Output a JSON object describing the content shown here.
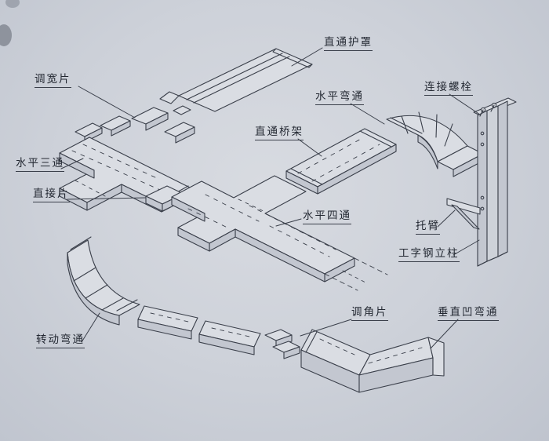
{
  "page": {
    "background": "#cdd1d9",
    "ink": "#3a3f4a",
    "paper": "#dadde3"
  },
  "diagram": {
    "labels": [
      {
        "id": "straight-cover",
        "text": "直通护罩"
      },
      {
        "id": "width-adjust-piece",
        "text": "调宽片"
      },
      {
        "id": "horizontal-elbow",
        "text": "水平弯通"
      },
      {
        "id": "connecting-bolt",
        "text": "连接螺栓"
      },
      {
        "id": "straight-tray",
        "text": "直通桥架"
      },
      {
        "id": "horizontal-tee",
        "text": "水平三通"
      },
      {
        "id": "direct-piece",
        "text": "直接片"
      },
      {
        "id": "horizontal-cross",
        "text": "水平四通"
      },
      {
        "id": "support-arm",
        "text": "托臂"
      },
      {
        "id": "i-beam-column",
        "text": "工字钢立柱"
      },
      {
        "id": "angle-adjust-piece",
        "text": "调角片"
      },
      {
        "id": "vertical-concave-elbow",
        "text": "垂直凹弯通"
      },
      {
        "id": "rotating-elbow",
        "text": "转动弯通"
      }
    ]
  }
}
